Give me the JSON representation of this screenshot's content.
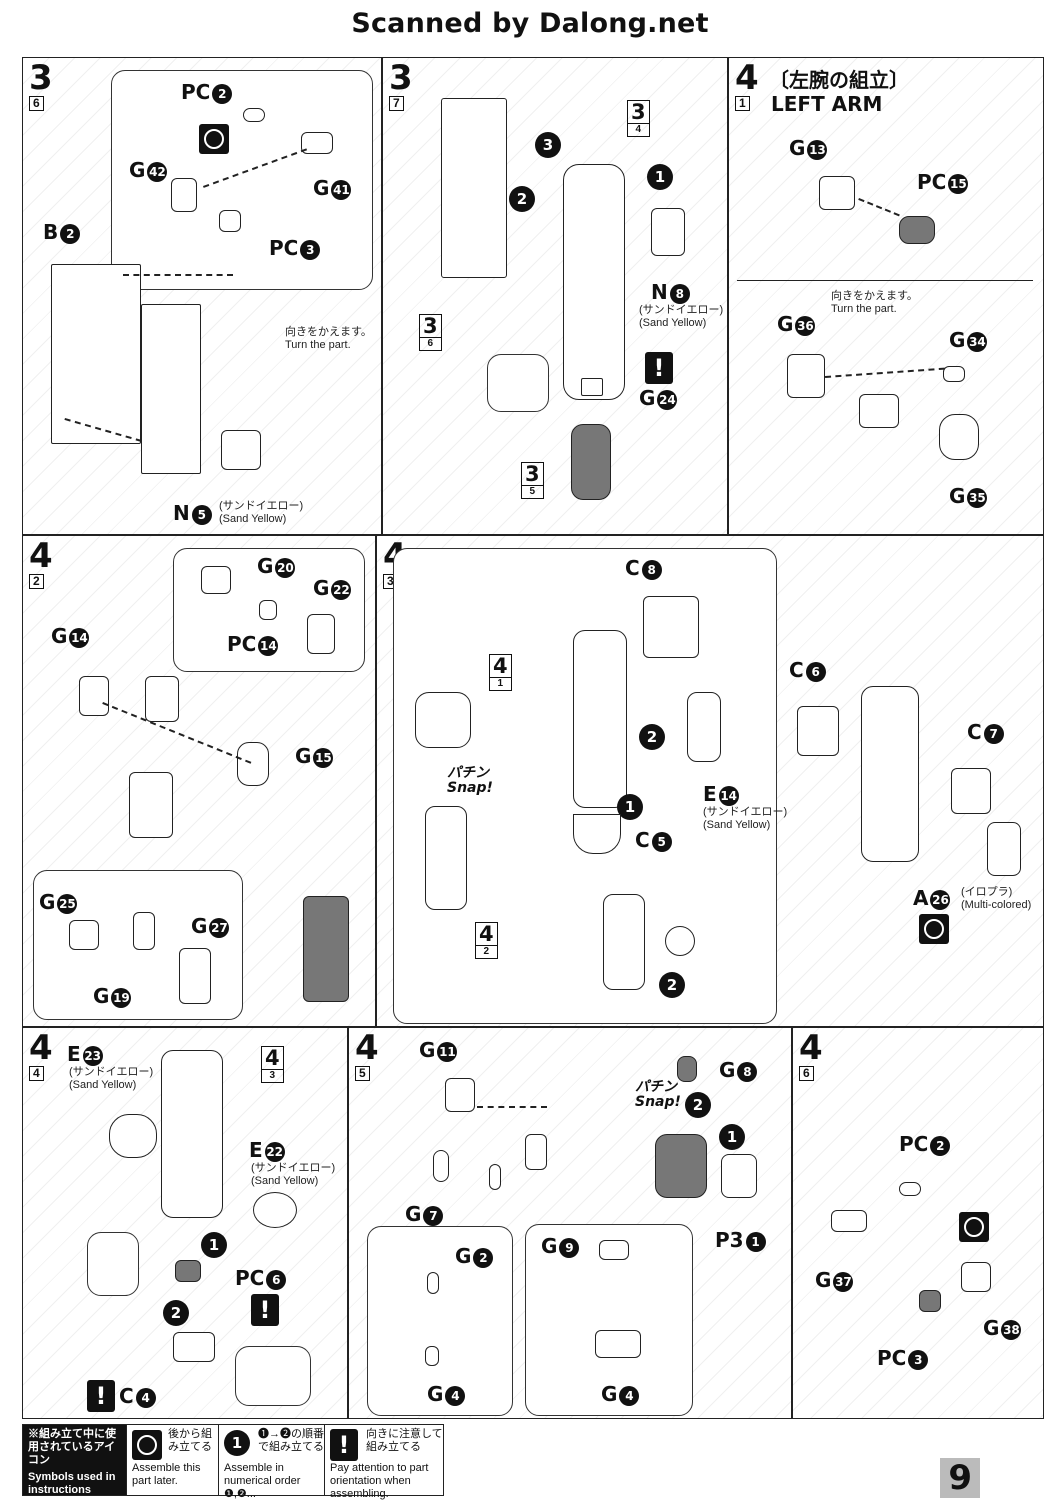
{
  "header": {
    "title": "Scanned by Dalong.net"
  },
  "page_number": "9",
  "panels": {
    "p1": {
      "step": "3",
      "sub": "6",
      "labels": {
        "pc2": "PC",
        "pc2n": "2",
        "g42": "G",
        "g42n": "42",
        "g41": "G",
        "g41n": "41",
        "pc3": "PC",
        "pc3n": "3",
        "b2": "B",
        "b2n": "2",
        "n5": "N",
        "n5n": "5"
      },
      "turn_jp": "向きをかえます。",
      "turn_en": "Turn the part.",
      "n5_jp": "(サンドイエロー)",
      "n5_en": "(Sand Yellow)"
    },
    "p2": {
      "step": "3",
      "sub": "7",
      "ref_a": "3",
      "ref_a_sub": "4",
      "ref_b": "3",
      "ref_b_sub": "6",
      "ref_c": "3",
      "ref_c_sub": "5",
      "n8": "N",
      "n8n": "8",
      "n8_jp": "(サンドイエロー)",
      "n8_en": "(Sand Yellow)",
      "g24": "G",
      "g24n": "24",
      "excl": "!"
    },
    "p3": {
      "step": "4",
      "sub": "1",
      "title_jp": "〔左腕の組立〕",
      "title_en": "LEFT ARM",
      "g13": "G",
      "g13n": "13",
      "pc15": "PC",
      "pc15n": "15",
      "turn_jp": "向きをかえます。",
      "turn_en": "Turn the part.",
      "g36": "G",
      "g36n": "36",
      "g34": "G",
      "g34n": "34",
      "g35": "G",
      "g35n": "35"
    },
    "p4": {
      "step": "4",
      "sub": "2",
      "g20": "G",
      "g20n": "20",
      "g22": "G",
      "g22n": "22",
      "pc14": "PC",
      "pc14n": "14",
      "g14": "G",
      "g14n": "14",
      "g15": "G",
      "g15n": "15",
      "g25": "G",
      "g25n": "25",
      "g27": "G",
      "g27n": "27",
      "g19": "G",
      "g19n": "19"
    },
    "p5": {
      "step": "4",
      "sub": "3",
      "ref_a": "4",
      "ref_a_sub": "1",
      "ref_b": "4",
      "ref_b_sub": "2",
      "c8": "C",
      "c8n": "8",
      "e14": "E",
      "e14n": "14",
      "e14_jp": "(サンドイエロー)",
      "e14_en": "(Sand Yellow)",
      "c5": "C",
      "c5n": "5",
      "c6": "C",
      "c6n": "6",
      "c7": "C",
      "c7n": "7",
      "a26": "A",
      "a26n": "26",
      "a26_jp": "(イロプラ)",
      "a26_en": "(Multi-colored)",
      "snap_jp": "パチン",
      "snap_en": "Snap!"
    },
    "p6": {
      "step": "4",
      "sub": "4",
      "ref_a": "4",
      "ref_a_sub": "3",
      "e23": "E",
      "e23n": "23",
      "e23_jp": "(サンドイエロー)",
      "e23_en": "(Sand Yellow)",
      "e22": "E",
      "e22n": "22",
      "e22_jp": "(サンドイエロー)",
      "e22_en": "(Sand Yellow)",
      "pc6": "PC",
      "pc6n": "6",
      "c4": "C",
      "c4n": "4"
    },
    "p7": {
      "step": "4",
      "sub": "5",
      "g11": "G",
      "g11n": "11",
      "g8": "G",
      "g8n": "8",
      "g7": "G",
      "g7n": "7",
      "g2": "G",
      "g2n": "2",
      "g4a": "G",
      "g4an": "4",
      "g9": "G",
      "g9n": "9",
      "g4b": "G",
      "g4bn": "4",
      "p31": "P3",
      "p31n": "1",
      "snap_jp": "パチン",
      "snap_en": "Snap!"
    },
    "p8": {
      "step": "4",
      "sub": "6",
      "pc2": "PC",
      "pc2n": "2",
      "g37": "G",
      "g37n": "37",
      "g38": "G",
      "g38n": "38",
      "pc3": "PC",
      "pc3n": "3"
    }
  },
  "legend": {
    "title_jp": "※組み立て中に使用されているアイコン",
    "title_en": "Symbols used in instructions",
    "later_jp": "後から組み立てる",
    "later_en": "Assemble this part later.",
    "order_jp": "❶→❷の順番で組み立てる",
    "order_en": "Assemble in numerical order ❶,❷...",
    "orient_jp": "向きに注意して組み立てる",
    "orient_en": "Pay attention to part orientation when assembling."
  }
}
